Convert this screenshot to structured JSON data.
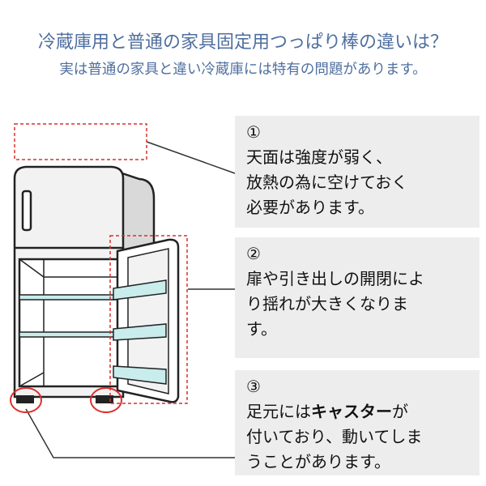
{
  "header": {
    "title": "冷蔵庫用と普通の家具固定用つっぱり棒の違いは？",
    "subtitle": "実は普通の家具と違い冷蔵庫には特有の問題があります。"
  },
  "notes": [
    {
      "number": "①",
      "lines": [
        "天面は強度が弱く、",
        "放熱の為に空けておく",
        "必要があります。"
      ]
    },
    {
      "number": "②",
      "lines": [
        "扉や引き出しの開閉によ",
        "り揺れが大きくなりま",
        "す。"
      ]
    },
    {
      "number": "③",
      "line1_prefix": "足元には",
      "line1_bold": "キャスター",
      "line1_suffix": "が",
      "lines": [
        "付いており、動いてしま",
        "うことがあります。"
      ]
    }
  ],
  "colors": {
    "title": "#4f6f9f",
    "box_bg": "#ededed",
    "dash": "#d9302c",
    "line": "#333333"
  }
}
